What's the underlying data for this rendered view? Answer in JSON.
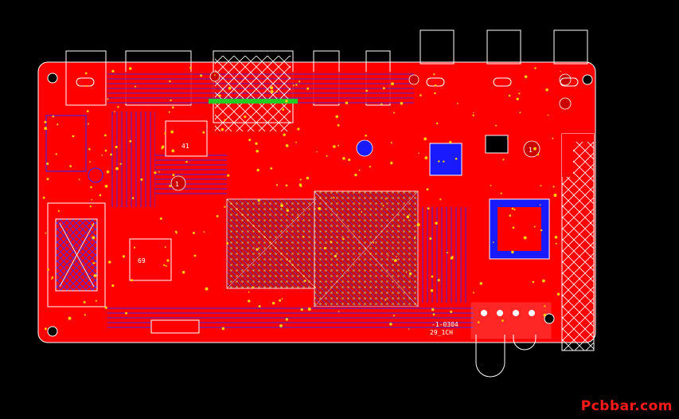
{
  "app": {
    "view": "pcb-layout-canvas"
  },
  "board": {
    "copper_top": "#ff0000",
    "copper_bottom": "#1a1aff",
    "via_color": "#ffd000",
    "silkscreen": "#ffffff",
    "background": "#000000",
    "keepout_green": "#22cc22",
    "designators": [
      "41",
      "69",
      "1",
      "1"
    ],
    "silk_labels": [
      "-1-0304",
      "29_1CH"
    ]
  },
  "watermark": {
    "text": "Pcbbar.com"
  },
  "icons": [
    "mounting-hole-icon",
    "hatched-area-icon"
  ]
}
